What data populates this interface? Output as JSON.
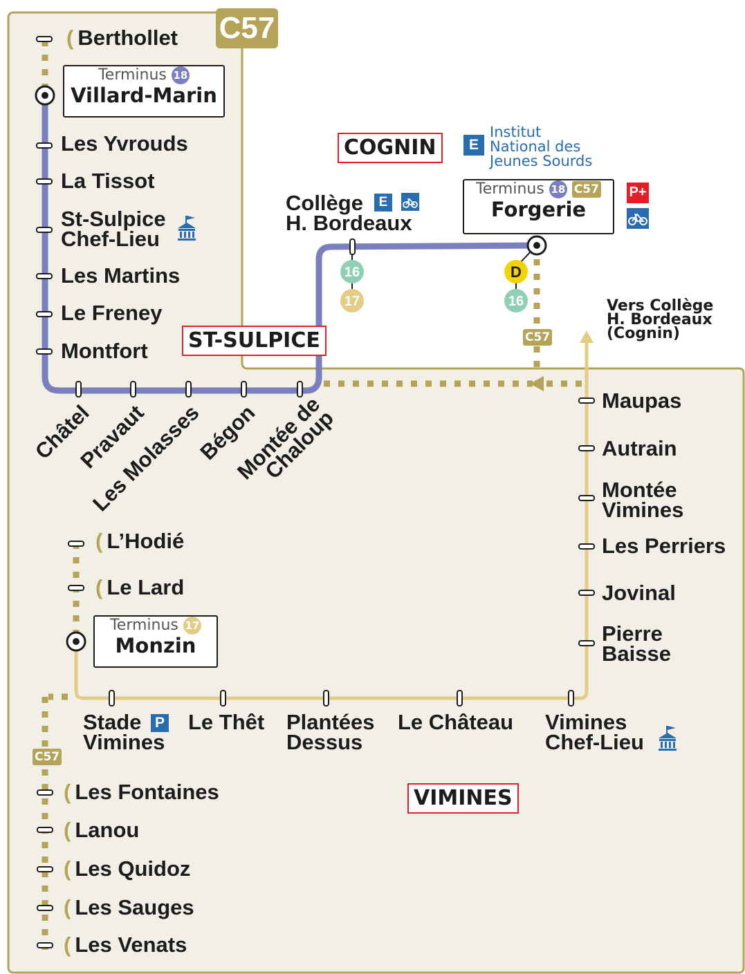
{
  "line_badge": "C57",
  "ondemand_symbol": "(",
  "communes": {
    "cognin": "COGNIN",
    "st_sulpice": "ST-SULPICE",
    "vimines": "VIMINES"
  },
  "terminus": {
    "villard_marin": {
      "word": "Terminus",
      "line": "18",
      "name": "Villard-Marin"
    },
    "forgerie": {
      "word": "Terminus",
      "line1": "18",
      "line2": "C57",
      "name": "Forgerie"
    },
    "monzin": {
      "word": "Terminus",
      "line": "17",
      "name": "Monzin"
    }
  },
  "west_stops": [
    "Berthollet",
    "Les Yvrouds",
    "La Tissot",
    "St-Sulpice",
    "Chef-Lieu",
    "Les Martins",
    "Le Freney",
    "Montfort"
  ],
  "bottom_stops": [
    "Châtel",
    "Pravaut",
    "Les Molasses",
    "Bégon",
    "Montée de",
    "Chaloup"
  ],
  "college": {
    "line1": "Collège",
    "line2": "H. Bordeaux"
  },
  "institut": {
    "l1": "Institut",
    "l2": "National des",
    "l3": "Jeunes Sourds"
  },
  "connections": {
    "c16a": "16",
    "c17": "17",
    "c16b": "16",
    "depot": "D",
    "c57": "C57"
  },
  "vers": {
    "l1": "Vers Collège",
    "l2": "H. Bordeaux",
    "l3": "(Cognin)"
  },
  "east_stops": [
    "Maupas",
    "Autrain",
    "Montée",
    "Vimines",
    "Les Perriers",
    "Jovinal",
    "Pierre",
    "Baisse"
  ],
  "odw_stops": [
    "L’Hodié",
    "Le Lard"
  ],
  "vimines_row": [
    "Stade",
    "Vimines",
    "Le Thêt",
    "Plantées",
    "Dessus",
    "Le Château",
    "Vimines",
    "Chef-Lieu"
  ],
  "southwest_stops": [
    "Les Fontaines",
    "Lanou",
    "Les Quidoz",
    "Les Sauges",
    "Les Venats"
  ],
  "icons": {
    "parking": "P",
    "parking_plus": "P+",
    "education": "E"
  },
  "colors": {
    "line18": "#7a7fbe",
    "line17": "#e3cd84",
    "c57": "#b5a357",
    "line16": "#8fd0b4",
    "zone_bg": "#f2efe6",
    "zone_border": "#b5a357",
    "commune_border": "#e31e24",
    "blue_icon": "#2a6cb0",
    "parking_red": "#e31e24",
    "depot_yellow": "#f2d400"
  }
}
